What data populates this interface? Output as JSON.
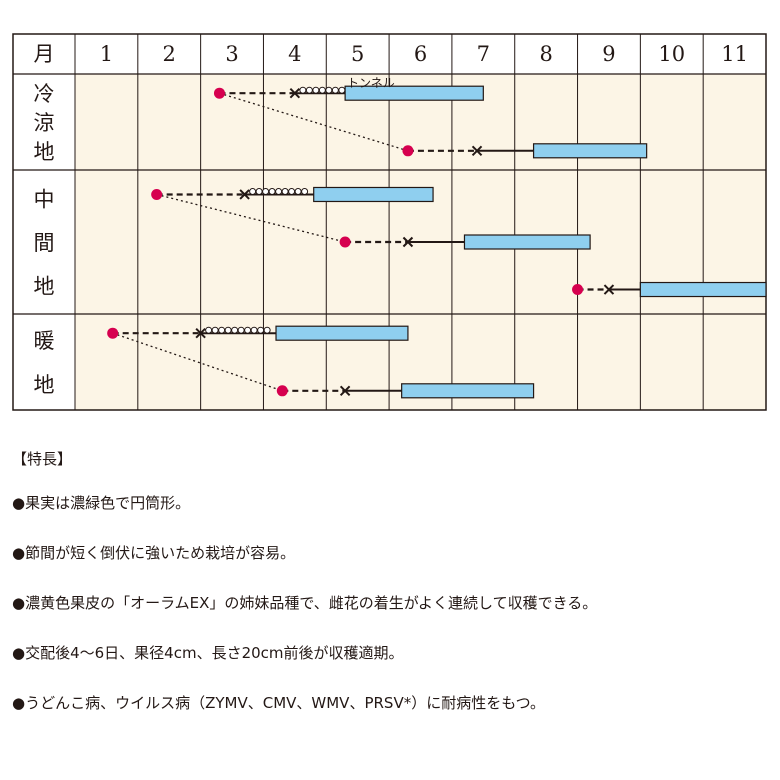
{
  "chart_data": {
    "type": "gantt",
    "header_label": "月",
    "months": [
      "1",
      "2",
      "3",
      "4",
      "5",
      "6",
      "7",
      "8",
      "9",
      "10",
      "11"
    ],
    "regions": [
      {
        "name": "冷涼地",
        "chars": [
          "冷",
          "涼",
          "地"
        ],
        "rows": 2
      },
      {
        "name": "中間地",
        "chars": [
          "中",
          "間",
          "地"
        ],
        "rows": 3
      },
      {
        "name": "暖地",
        "chars": [
          "暖",
          "地"
        ],
        "rows": 2
      }
    ],
    "schedules": [
      {
        "region": "冷涼地",
        "row": 0,
        "sow": 3.3,
        "plant": 4.5,
        "tunnel_end": 5.3,
        "harvest_start": 5.3,
        "harvest_end": 7.5
      },
      {
        "region": "冷涼地",
        "row": 1,
        "sow": 6.3,
        "plant": 7.4,
        "harvest_start": 8.3,
        "harvest_end": 10.1
      },
      {
        "region": "中間地",
        "row": 0,
        "sow": 2.3,
        "plant": 3.7,
        "tunnel_end": 4.8,
        "harvest_start": 4.8,
        "harvest_end": 6.7
      },
      {
        "region": "中間地",
        "row": 1,
        "sow": 5.3,
        "plant": 6.3,
        "harvest_start": 7.2,
        "harvest_end": 9.2
      },
      {
        "region": "中間地",
        "row": 2,
        "sow": 9.0,
        "plant": 9.5,
        "harvest_start": 10.0,
        "harvest_end": 12.0
      },
      {
        "region": "暖地",
        "row": 0,
        "sow": 1.6,
        "plant": 3.0,
        "tunnel_end": 4.2,
        "harvest_start": 4.2,
        "harvest_end": 6.3
      },
      {
        "region": "暖地",
        "row": 1,
        "sow": 4.3,
        "plant": 5.3,
        "harvest_start": 6.2,
        "harvest_end": 8.3
      }
    ],
    "links": [
      {
        "from": 0,
        "to": 1
      },
      {
        "from": 2,
        "to": 3
      },
      {
        "from": 5,
        "to": 6
      }
    ],
    "annotation": "トンネル"
  },
  "colors": {
    "grid": "#231815",
    "cell_bg": "#fcf5e6",
    "sow_dot": "#d6004f",
    "harvest_bar": "#8fcfef",
    "harvest_border": "#231815"
  },
  "features": {
    "title": "【特長】",
    "bullet": "●",
    "items": [
      "果実は濃緑色で円筒形。",
      "節間が短く倒伏に強いため栽培が容易。",
      "濃黄色果皮の「オーラムEX」の姉妹品種で、雌花の着生がよく連続して収穫できる。",
      "交配後4〜6日、果径4cm、長さ20cm前後が収穫適期。",
      "うどんこ病、ウイルス病（ZYMV、CMV、WMV、PRSV*）に耐病性をもつ。"
    ]
  }
}
